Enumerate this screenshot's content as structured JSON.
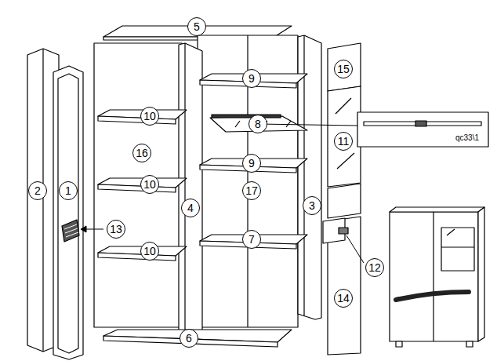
{
  "diagram": {
    "labels": [
      "5",
      "2",
      "1",
      "9",
      "15",
      "10",
      "8",
      "qc33\\1",
      "16",
      "11",
      "9",
      "10",
      "4",
      "17",
      "3",
      "13",
      "7",
      "10",
      "12",
      "14",
      "6"
    ]
  }
}
